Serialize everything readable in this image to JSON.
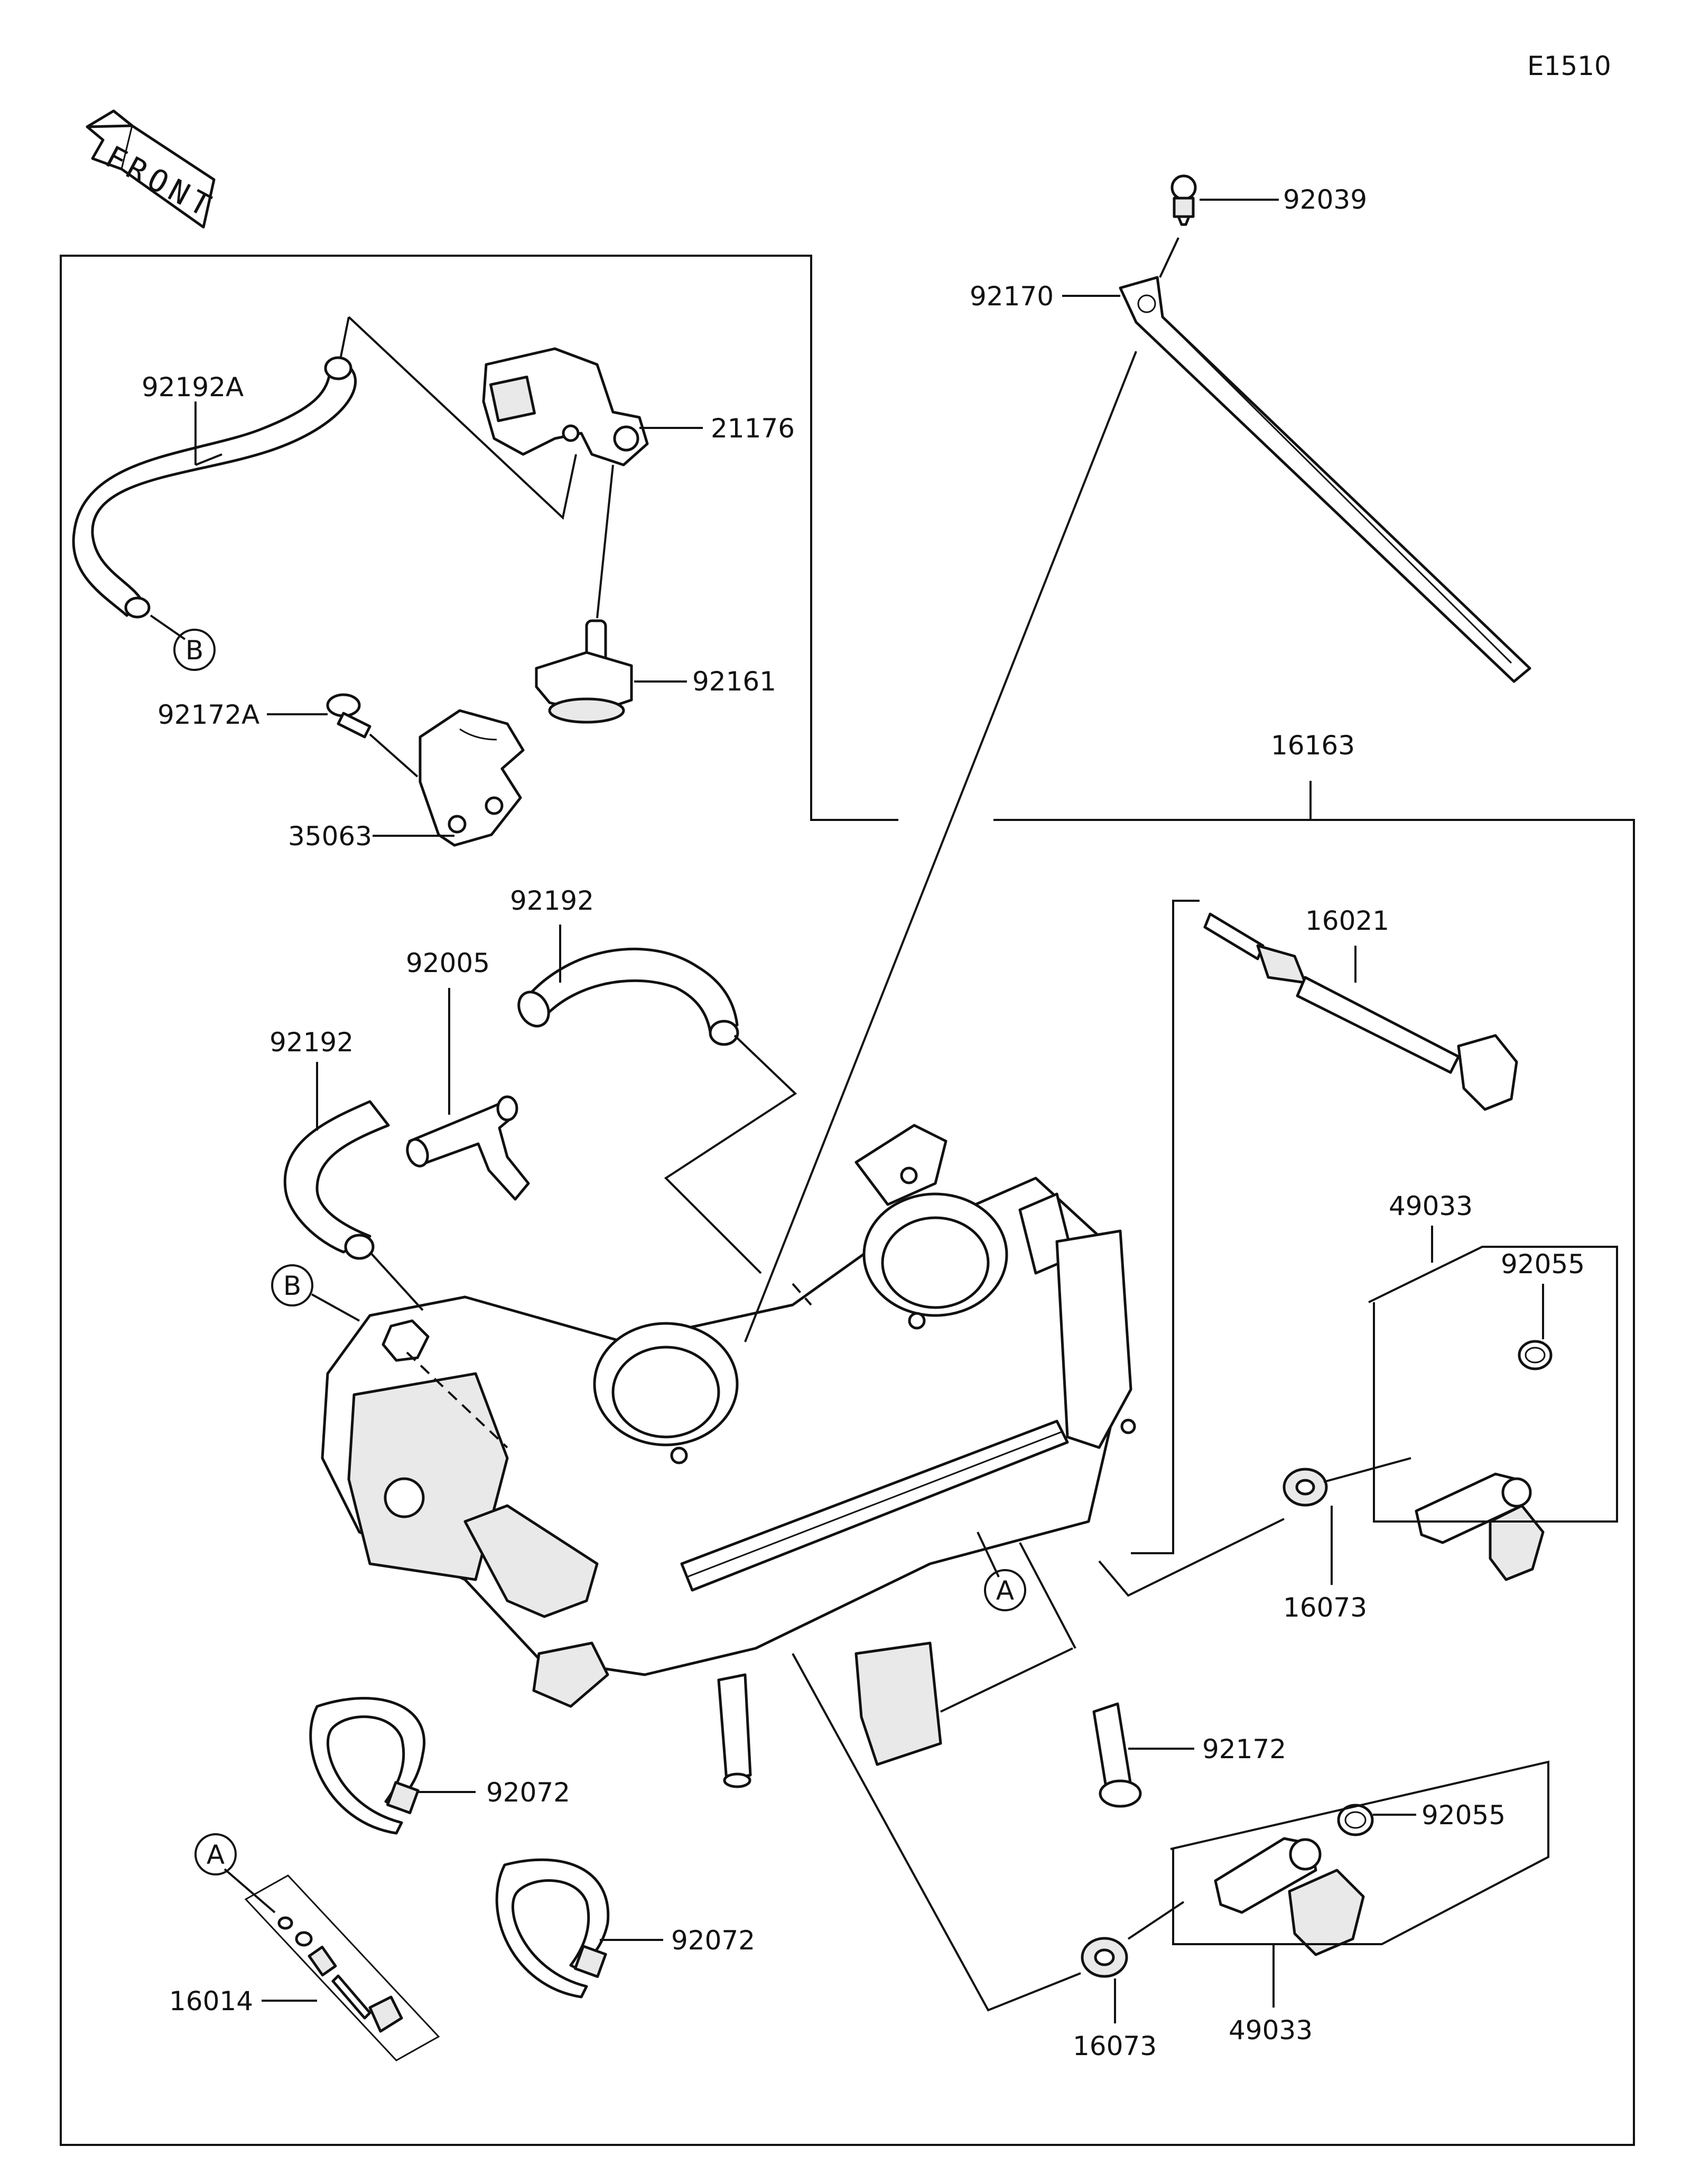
{
  "diagram_id": "E1510",
  "front_label": "FRONT",
  "ref_markers": {
    "a": "A",
    "b": "B"
  },
  "labels": {
    "p92039": "92039",
    "p92170": "92170",
    "p92192A": "92192A",
    "p21176": "21176",
    "p92161": "92161",
    "p92172A": "92172A",
    "p35063": "35063",
    "p16163": "16163",
    "p92192_top": "92192",
    "p92005": "92005",
    "p92192_left": "92192",
    "p16021": "16021",
    "p49033_top": "49033",
    "p92055_top": "92055",
    "p16073_top": "16073",
    "p92172": "92172",
    "p92072_left": "92072",
    "p92072_bottom": "92072",
    "p16014": "16014",
    "p92055_bottom": "92055",
    "p16073_bottom": "16073",
    "p49033_bottom": "49033"
  }
}
